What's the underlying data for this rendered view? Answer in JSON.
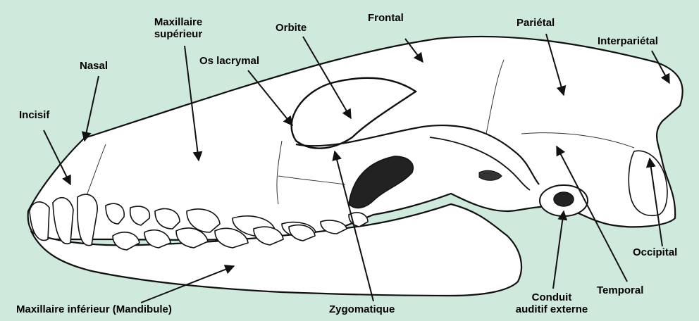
{
  "colors": {
    "background": "#cfe9dc",
    "bone": "#ffffff",
    "outline": "#111111"
  },
  "labels": {
    "frontal": "Frontal",
    "parietal": "Pariétal",
    "interparietal": "Interpariétal",
    "orbite": "Orbite",
    "maxillaire_superieur_line1": "Maxillaire",
    "maxillaire_superieur_line2": "supérieur",
    "os_lacrymal": "Os lacrymal",
    "nasal": "Nasal",
    "incisif": "Incisif",
    "occipital": "Occipital",
    "temporal": "Temporal",
    "conduit_line1": "Conduit",
    "conduit_line2": "auditif externe",
    "zygomatique": "Zygomatique",
    "mandibule": "Maxillaire inférieur (Mandibule)"
  }
}
